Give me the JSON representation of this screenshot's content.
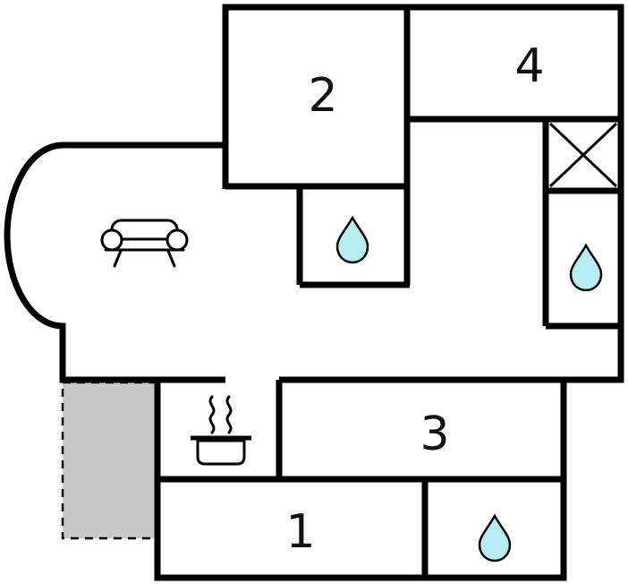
{
  "title": "floor-plan",
  "colors": {
    "wall": "#000000",
    "background": "#ffffff",
    "water_drop": "#b5edf2",
    "terrace": "#c8c8c8"
  },
  "rooms": [
    {
      "id": "room-1",
      "number": "1"
    },
    {
      "id": "room-2",
      "number": "2"
    },
    {
      "id": "room-3",
      "number": "3"
    },
    {
      "id": "room-4",
      "number": "4"
    }
  ],
  "icons": {
    "sofa": "sofa-icon",
    "cooking_pot": "cooking-pot-icon",
    "steam": "steam-icon",
    "water_drop": "water-drop-icon",
    "crossed_box": "crossed-box-icon",
    "water_drop_count": 3
  }
}
